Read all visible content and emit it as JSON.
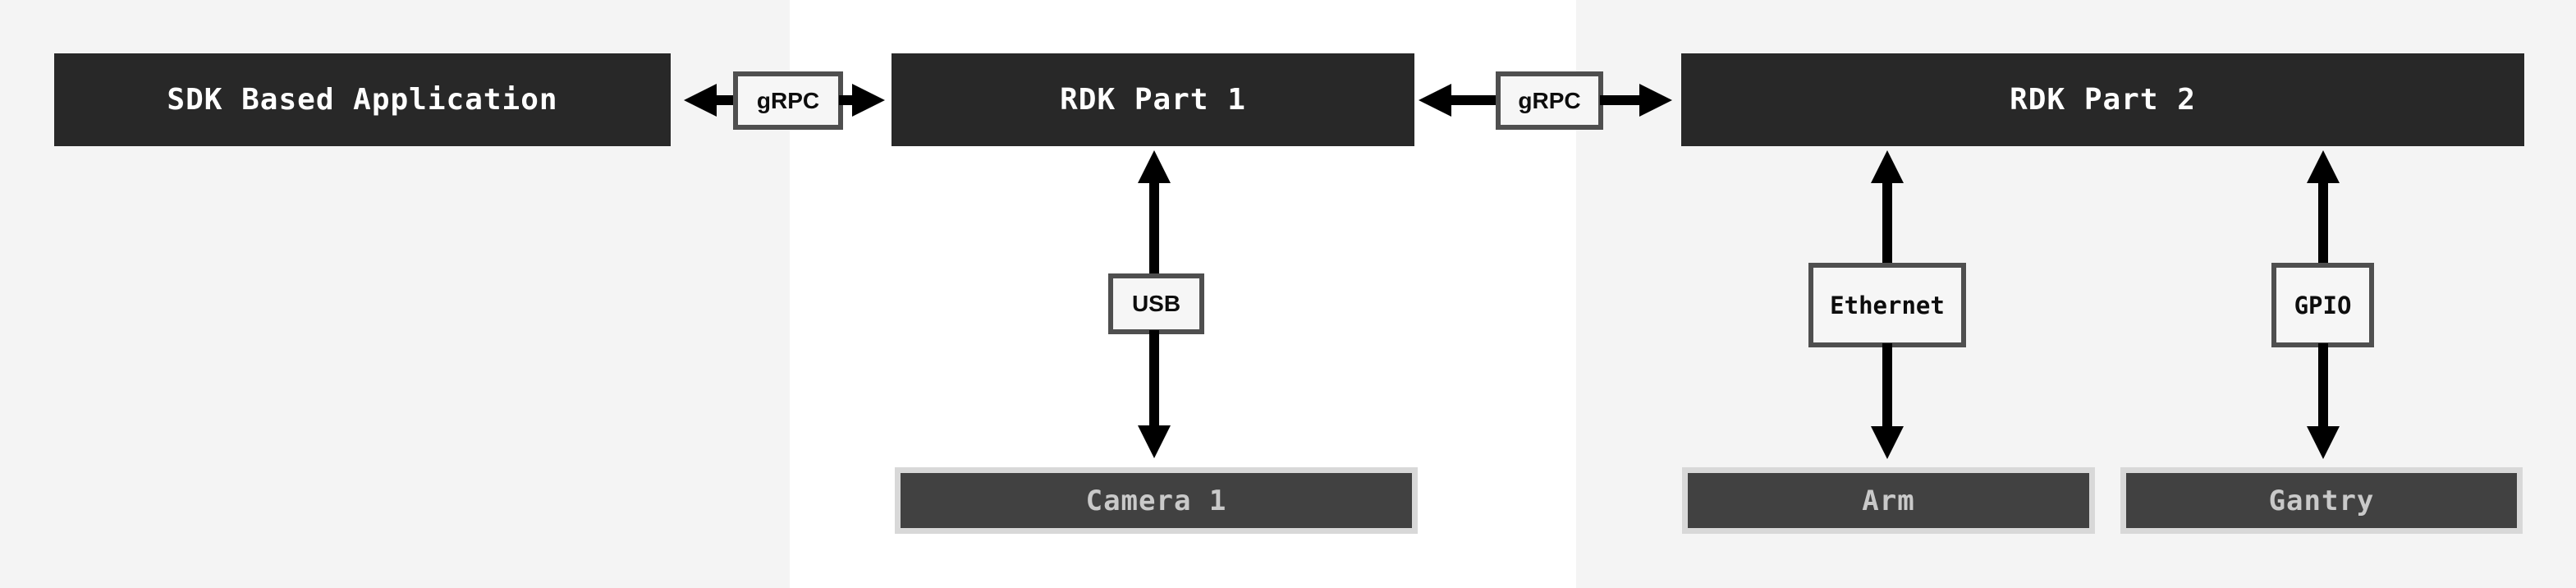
{
  "nodes": {
    "sdk_app": {
      "label": "SDK Based Application"
    },
    "rdk_part_1": {
      "label": "RDK Part 1"
    },
    "rdk_part_2": {
      "label": "RDK Part 2"
    },
    "camera_1": {
      "label": "Camera 1"
    },
    "arm": {
      "label": "Arm"
    },
    "gantry": {
      "label": "Gantry"
    }
  },
  "connectors": {
    "grpc_1": {
      "label": "gRPC",
      "type": "bidirectional-horizontal"
    },
    "grpc_2": {
      "label": "gRPC",
      "type": "bidirectional-horizontal"
    },
    "usb": {
      "label": "USB",
      "type": "bidirectional-vertical"
    },
    "ethernet": {
      "label": "Ethernet",
      "type": "bidirectional-vertical"
    },
    "gpio": {
      "label": "GPIO",
      "type": "bidirectional-vertical"
    }
  },
  "edges": [
    {
      "from": "SDK Based Application",
      "to": "RDK Part 1",
      "via": "gRPC"
    },
    {
      "from": "RDK Part 1",
      "to": "Camera 1",
      "via": "USB"
    },
    {
      "from": "RDK Part 1",
      "to": "RDK Part 2",
      "via": "gRPC"
    },
    {
      "from": "RDK Part 2",
      "to": "Arm",
      "via": "Ethernet"
    },
    {
      "from": "RDK Part 2",
      "to": "Gantry",
      "via": "GPIO"
    }
  ],
  "colors": {
    "panel_gray": "#f4f4f4",
    "panel_white": "#ffffff",
    "node_bg": "#282828",
    "node_text": "#ffffff",
    "device_frame": "#d8d8d8",
    "device_bg": "#414141",
    "device_text": "#c9c9c9",
    "label_bg": "#f6f6f6",
    "label_border": "#4f4f4f",
    "label_text": "#0d0d0d",
    "arrow": "#000000"
  }
}
